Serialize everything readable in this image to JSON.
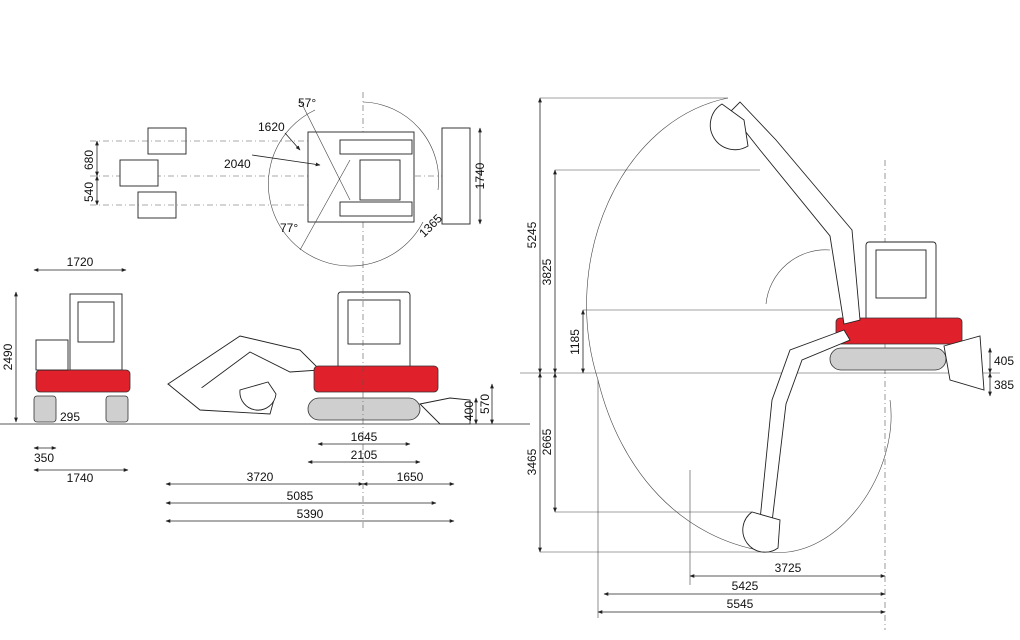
{
  "colors": {
    "accent_red": "#e0202a",
    "line": "#222222",
    "track_grey": "#cfcfcf"
  },
  "top_view": {
    "angle_left": "57°",
    "angle_right": "77°",
    "dim_1620": "1620",
    "dim_2040": "2040",
    "dim_1365": "1365",
    "dim_1740": "1740",
    "dim_680": "680",
    "dim_540": "540"
  },
  "front_view": {
    "width_top": "1720",
    "height": "2490",
    "clearance": "295",
    "track_width": "350",
    "width_bottom": "1740"
  },
  "side_view": {
    "dim_1645": "1645",
    "dim_2105": "2105",
    "dim_3720": "3720",
    "dim_1650": "1650",
    "dim_5085": "5085",
    "dim_5390": "5390",
    "dim_400": "400",
    "dim_570": "570"
  },
  "working_range": {
    "dim_5245": "5245",
    "dim_3825": "3825",
    "dim_1185": "1185",
    "dim_3465": "3465",
    "dim_2665": "2665",
    "dim_405": "405",
    "dim_385": "385",
    "dim_3725": "3725",
    "dim_5425": "5425",
    "dim_5545": "5545"
  }
}
